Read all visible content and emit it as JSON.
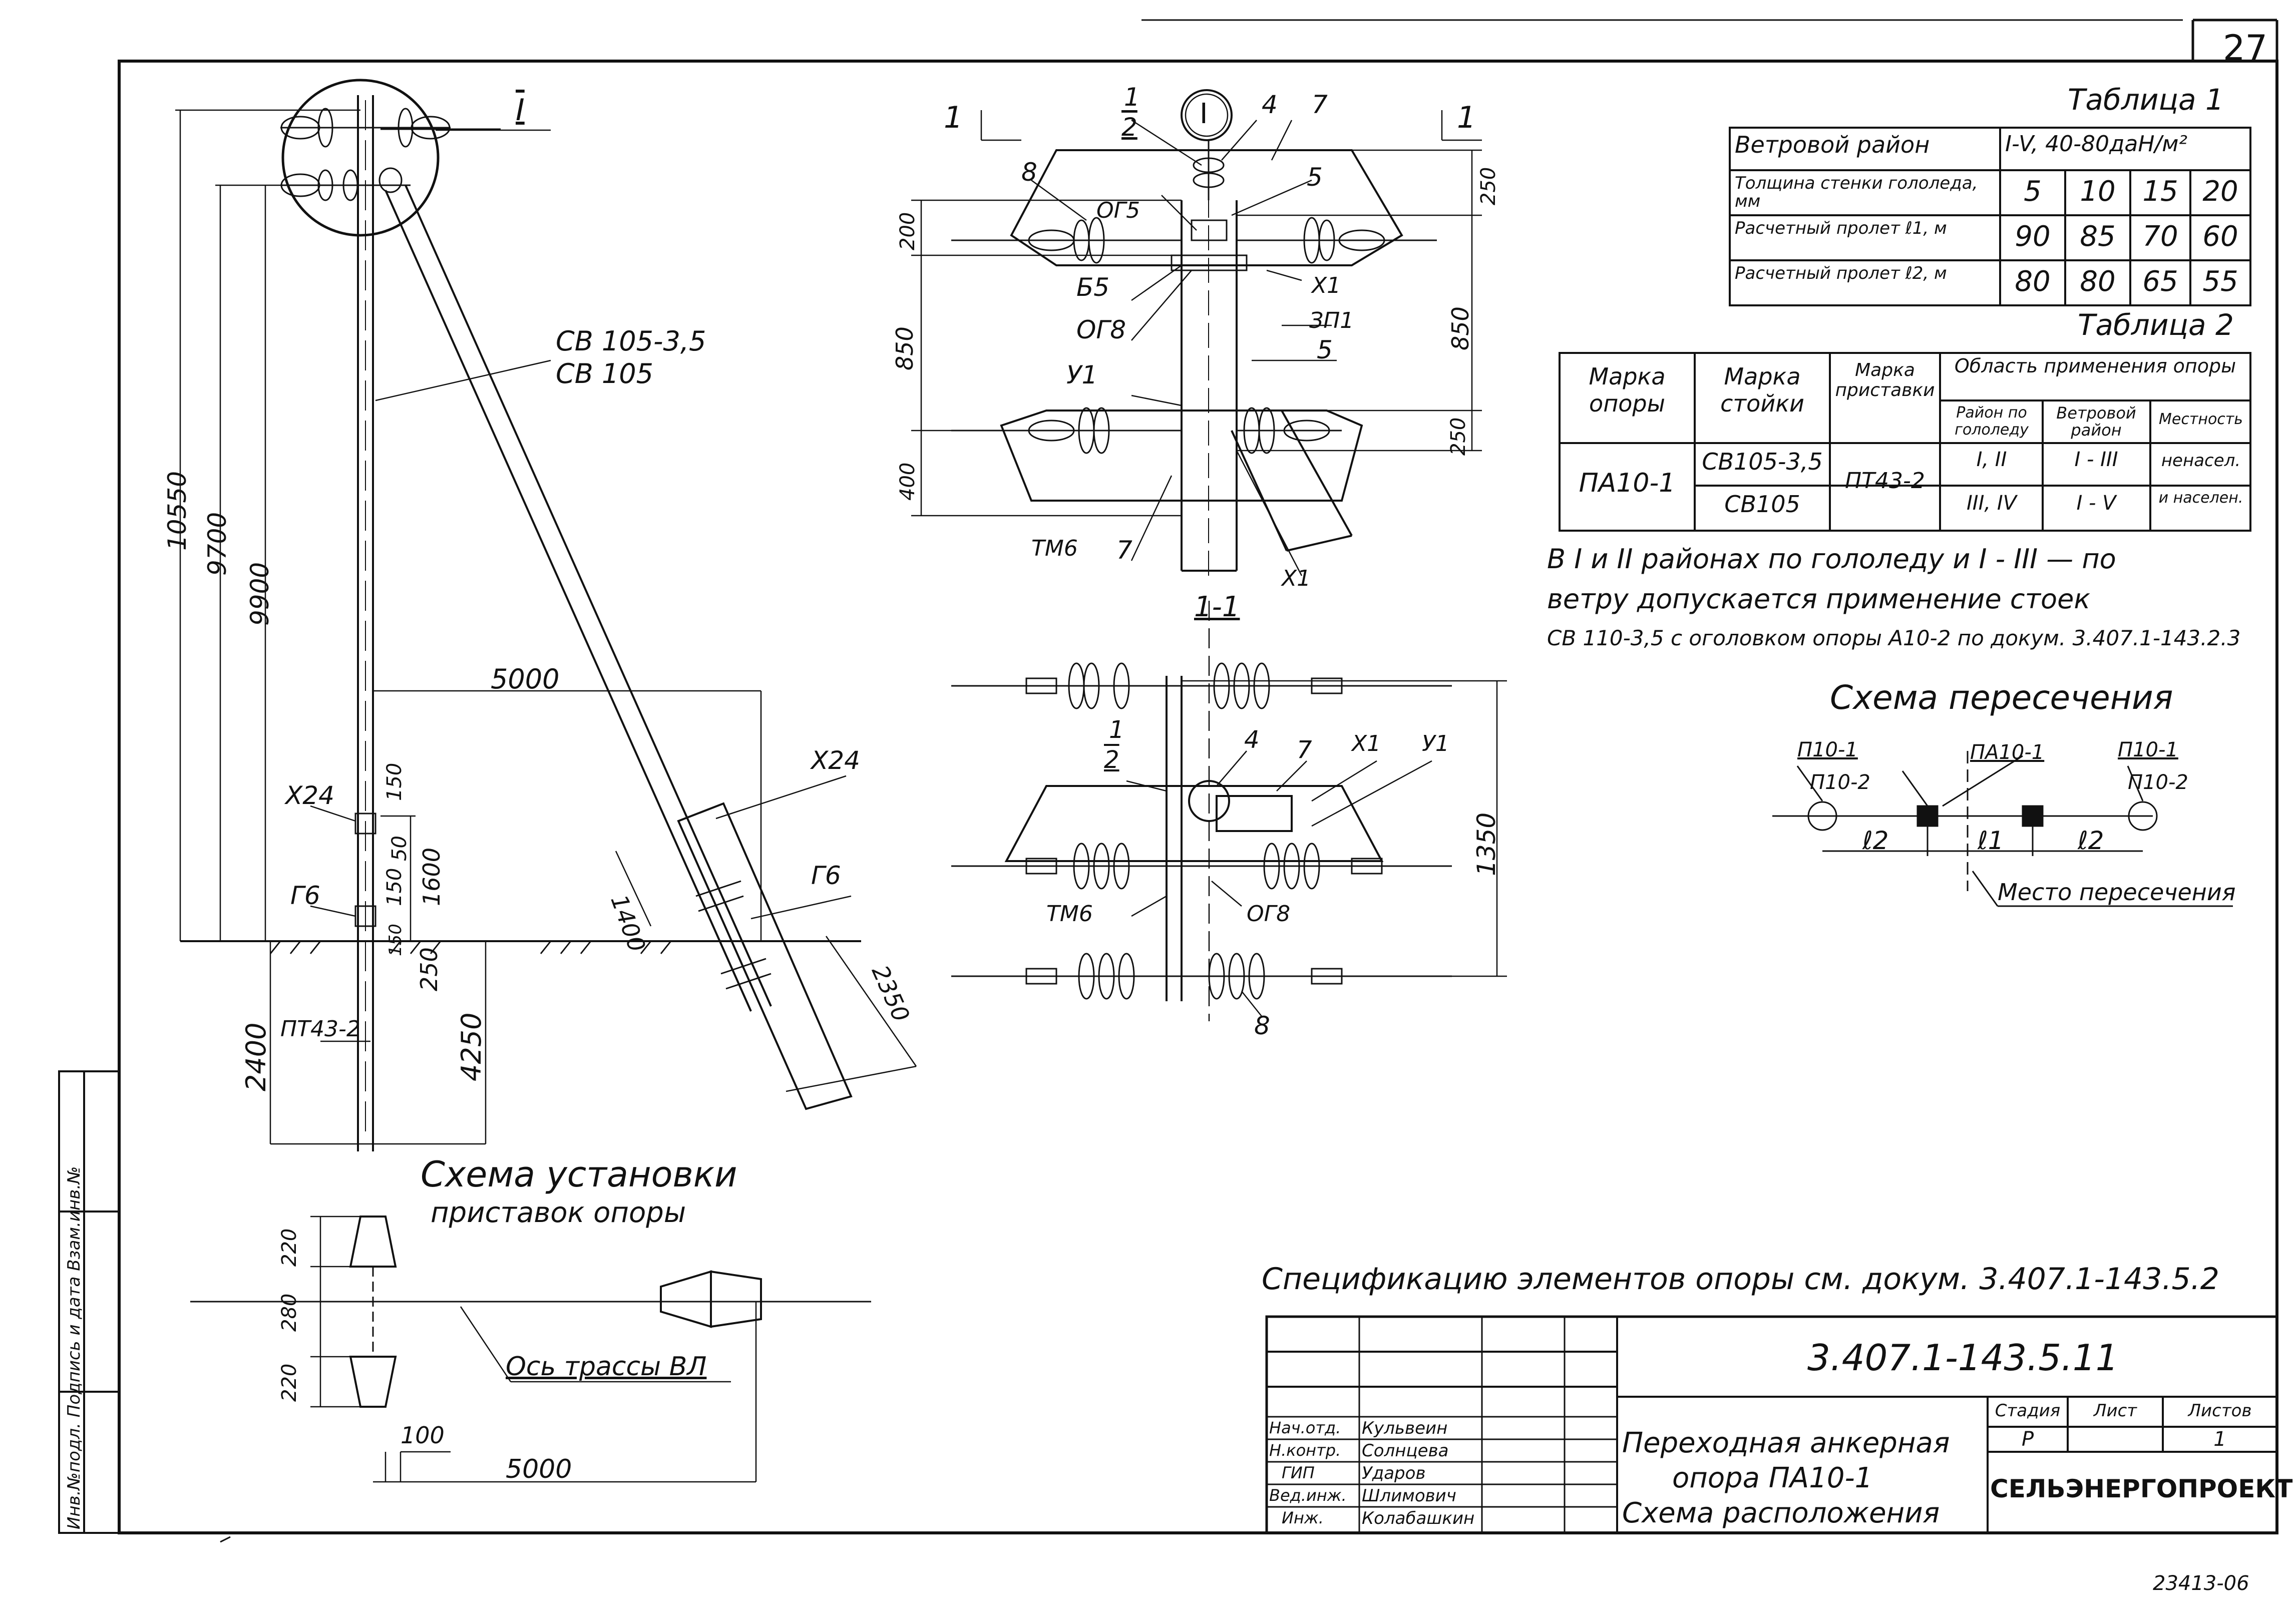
{
  "sheet": {
    "number": "27",
    "doc_code": "3.407.1-143.5.11",
    "archive_no": "23413-06",
    "spec_note": "Спецификацию элементов опоры см. докум. 3.407.1-143.5.2"
  },
  "title_block": {
    "title_line1": "Переходная анкерная",
    "title_line2": "опора ПА10-1",
    "title_line3": "Схема расположения",
    "stage_header": "Стадия",
    "sheet_header": "Лист",
    "sheets_header": "Листов",
    "stage": "Р",
    "sheets": "1",
    "org": "СЕЛЬЭНЕРГОПРОЕКТ",
    "roles": [
      {
        "role": "Нач.отд.",
        "name": "Кульвеин"
      },
      {
        "role": "Н.контр.",
        "name": "Солнцева"
      },
      {
        "role": "ГИП",
        "name": "Ударов"
      },
      {
        "role": "Вед.инж.",
        "name": "Шлимович"
      },
      {
        "role": "Инж.",
        "name": "Колабашкин"
      }
    ],
    "side_stamp": "Инв.№подл. Подпись и дата Взам.инв.№"
  },
  "table1": {
    "title": "Таблица 1",
    "rows": [
      {
        "label": "Ветровой район",
        "values": [
          "I-V, 40-80даН/м²"
        ]
      },
      {
        "label": "Толщина стенки гололеда, мм",
        "values": [
          "5",
          "10",
          "15",
          "20"
        ]
      },
      {
        "label": "Расчетный пролет ℓ1, м",
        "values": [
          "90",
          "85",
          "70",
          "60"
        ]
      },
      {
        "label": "Расчетный пролет ℓ2, м",
        "values": [
          "80",
          "80",
          "65",
          "55"
        ]
      }
    ]
  },
  "table2": {
    "title": "Таблица 2",
    "headers": [
      "Марка опоры",
      "Марка стойки",
      "Марка приставки",
      "Область применения опоры"
    ],
    "subheaders": [
      "Район по гололеду",
      "Ветровой район",
      "Местность"
    ],
    "support": "ПА10-1",
    "attachment": "ПТ43-2",
    "rows": [
      {
        "post": "СВ105-3,5",
        "ice": "I, II",
        "wind": "I - III",
        "area": "ненасел."
      },
      {
        "post": "СВ105",
        "ice": "III, IV",
        "wind": "I - V",
        "area": "и населен."
      }
    ],
    "note_line1": "В I и II районах по гололеду и I - III — по",
    "note_line2": "ветру допускается применение стоек",
    "note_line3": "СВ 110-3,5 с оголовком опоры А10-2 по докум. 3.407.1-143.2.3"
  },
  "crossing": {
    "title": "Схема пересечения",
    "left_top": "П10-1",
    "left_bottom": "П10-2",
    "mid": "ПА10-1",
    "right_top": "П10-1",
    "right_bottom": "П10-2",
    "span_l2": "ℓ2",
    "span_l1": "ℓ1",
    "span_l2b": "ℓ2",
    "place": "Место пересечения"
  },
  "install": {
    "title_line1": "Схема установки",
    "title_line2": "приставок опоры",
    "axis": "Ось трассы ВЛ",
    "dim_220a": "220",
    "dim_280": "280",
    "dim_220b": "220",
    "dim_100": "100",
    "dim_5000": "5000"
  },
  "elevation": {
    "callout_I": "I",
    "post_label_1": "СВ 105-3,5",
    "post_label_2": "СВ 105",
    "dim_10550": "10550",
    "dim_9700": "9700",
    "dim_9900": "9900",
    "dim_5000": "5000",
    "x24_left": "Х24",
    "g6_left": "Г6",
    "x24_right": "Х24",
    "g6_right": "Г6",
    "dim_150a": "150",
    "dim_50": "50",
    "dim_1600": "1600",
    "dim_150b": "150",
    "dim_150c": "150",
    "dim_250": "250",
    "dim_1400": "1400",
    "dim_2350": "2350",
    "dim_2400": "2400",
    "dim_4250": "4250",
    "pt": "ПТ43-2"
  },
  "detail_I": {
    "section_mark_left": "1",
    "section_mark_right": "1",
    "circle": "I",
    "l1": "1",
    "l2": "2",
    "l4": "4",
    "l7a": "7",
    "l8": "8",
    "og5": "ОГ5",
    "l5a": "5",
    "b5": "Б5",
    "x1a": "Х1",
    "og8": "ОГ8",
    "zp1": "ЗП1",
    "l5b": "5",
    "y1": "У1",
    "tm6": "ТМ6",
    "l7b": "7",
    "x1b": "Х1",
    "dim_200": "200",
    "dim_850a": "850",
    "dim_400": "400",
    "dim_250a": "250",
    "dim_850b": "850",
    "dim_250b": "250"
  },
  "section_11": {
    "title": "1-1",
    "l1": "1",
    "l2": "2",
    "l4": "4",
    "l7": "7",
    "x1": "Х1",
    "y1": "У1",
    "tm6": "ТМ6",
    "og8": "ОГ8",
    "l8": "8",
    "dim_1350": "1350"
  }
}
